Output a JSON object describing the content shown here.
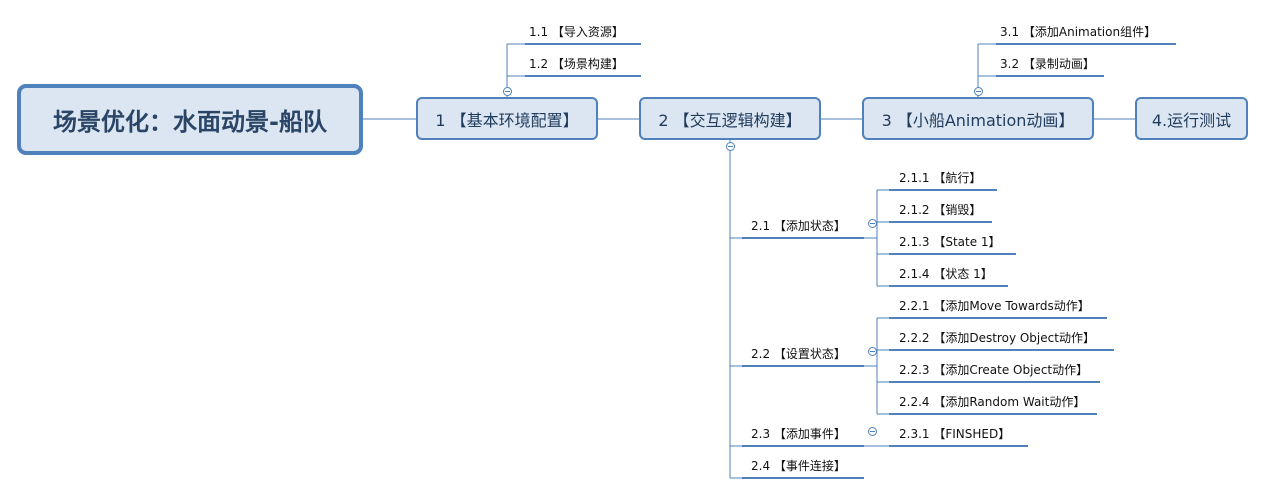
{
  "diagram": {
    "root": {
      "label": "场景优化：水面动景-船队"
    },
    "branches": [
      {
        "label": "1 【基本环境配置】",
        "children": [
          "1.1 【导入资源】",
          "1.2 【场景构建】"
        ]
      },
      {
        "label": "2 【交互逻辑构建】",
        "children": [
          {
            "label": "2.1 【添加状态】",
            "children": [
              "2.1.1 【航行】",
              "2.1.2 【销毁】",
              "2.1.3 【State 1】",
              "2.1.4 【状态 1】"
            ]
          },
          {
            "label": "2.2 【设置状态】",
            "children": [
              "2.2.1 【添加Move Towards动作】",
              "2.2.2 【添加Destroy Object动作】",
              "2.2.3 【添加Create Object动作】",
              "2.2.4 【添加Random Wait动作】"
            ]
          },
          {
            "label": "2.3 【添加事件】",
            "children": [
              "2.3.1 【FINSHED】"
            ]
          },
          {
            "label": "2.4 【事件连接】",
            "children": []
          }
        ]
      },
      {
        "label": "3 【小船Animation动画】",
        "children": [
          "3.1 【添加Animation组件】",
          "3.2 【录制动画】"
        ]
      },
      {
        "label": "4.运行测试",
        "children": []
      }
    ],
    "colors": {
      "node_fill": "#dce6f2",
      "node_border": "#4f81bd",
      "line": "#4f81bd",
      "text": "#1f3b5c"
    }
  }
}
